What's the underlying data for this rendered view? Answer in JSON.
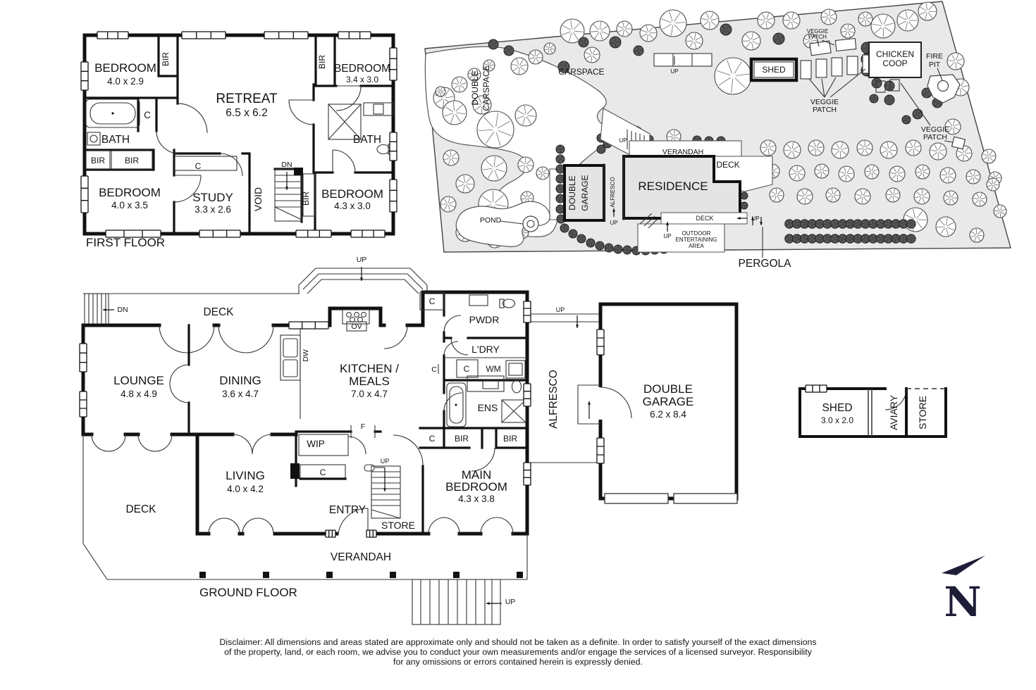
{
  "meta": {
    "floor1_title": "FIRST FLOOR",
    "ground_title": "GROUND FLOOR",
    "north": "N"
  },
  "abbr": {
    "bir": "BIR",
    "c": "C",
    "up": "UP",
    "dn": "DN",
    "wm": "WM",
    "dw": "DW",
    "ov": "OV",
    "f": "F",
    "wip": "WIP",
    "void": "VOID",
    "deck": "DECK",
    "bath": "BATH",
    "pond": "POND",
    "pergola": "PERGOLA",
    "carspace": "CARSPACE",
    "verandah": "VERANDAH",
    "residence": "RESIDENCE",
    "alfresco": "ALFRESCO",
    "aviary": "AVIARY",
    "store": "STORE",
    "entry": "ENTRY",
    "ens": "ENS",
    "pwdr": "PWDR",
    "ldry": "L'DRY",
    "double": "DOUBLE",
    "garage": "GARAGE",
    "main1": "MAIN",
    "main2": "BEDROOM",
    "kitchen1": "KITCHEN /",
    "kitchen2": "MEALS",
    "veggie1": "VEGGIE",
    "veggie2": "PATCH",
    "chicken1": "CHICKEN",
    "chicken2": "COOP",
    "fire1": "FIRE",
    "fire2": "PIT",
    "outdoor1": "OUTDOOR",
    "outdoor2": "ENTERTAINING",
    "outdoor3": "AREA"
  },
  "rooms": {
    "f1_bed_tl": {
      "name": "BEDROOM",
      "dims": "4.0 x 2.9"
    },
    "f1_retreat": {
      "name": "RETREAT",
      "dims": "6.5 x 6.2"
    },
    "f1_bed_tr": {
      "name": "BEDROOM",
      "dims": "3.4 x 3.0"
    },
    "f1_bed_bl": {
      "name": "BEDROOM",
      "dims": "4.0 x 3.5"
    },
    "f1_study": {
      "name": "STUDY",
      "dims": "3.3 x 2.6"
    },
    "f1_bed_br": {
      "name": "BEDROOM",
      "dims": "4.3 x 3.0"
    },
    "lounge": {
      "name": "LOUNGE",
      "dims": "4.8 x 4.9"
    },
    "dining": {
      "name": "DINING",
      "dims": "3.6 x 4.7"
    },
    "kitchen": {
      "dims": "7.0 x 4.7"
    },
    "living": {
      "name": "LIVING",
      "dims": "4.0 x 4.2"
    },
    "main_bedroom": {
      "dims": "4.3 x 3.8"
    },
    "garage": {
      "dims": "6.2 x 8.4"
    },
    "shed": {
      "name": "SHED",
      "dims": "3.0 x 2.0"
    }
  },
  "disclaimer": {
    "line1": "Disclaimer: All dimensions and areas stated are approximate only and should not be taken as a definite. In order to satisfy yourself of the exact dimensions",
    "line2": "of the property, land, or each room, we advise you to conduct your own measurements and/or engage the services of a licensed surveyor. Responsibility",
    "line3": "for any omissions or errors contained herein is expressly denied."
  }
}
